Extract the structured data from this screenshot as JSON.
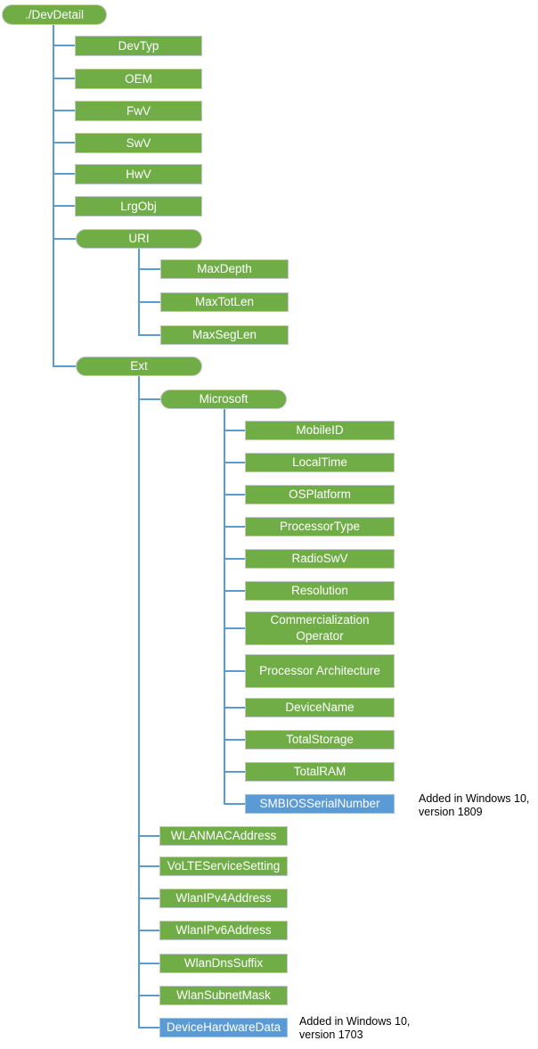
{
  "colors": {
    "node-green": "#70AD47",
    "node-blue": "#5B9BD5",
    "connector": "#5B9BD5",
    "node-text": "#FFFFFF",
    "annotation-text": "#000000"
  },
  "tree": {
    "root": "./DevDetail",
    "level1": [
      "DevTyp",
      "OEM",
      "FwV",
      "SwV",
      "HwV",
      "LrgObj"
    ],
    "uri": {
      "label": "URI",
      "children": [
        "MaxDepth",
        "MaxTotLen",
        "MaxSegLen"
      ]
    },
    "ext": {
      "label": "Ext",
      "microsoft": {
        "label": "Microsoft",
        "children": [
          "MobileID",
          "LocalTime",
          "OSPlatform",
          "ProcessorType",
          "RadioSwV",
          "Resolution",
          "Commercialization Operator",
          "Processor Architecture",
          "DeviceName",
          "TotalStorage",
          "TotalRAM",
          "SMBIOSSerialNumber"
        ]
      },
      "children": [
        "WLANMACAddress",
        "VoLTEServiceSetting",
        "WlanIPv4Address",
        "WlanIPv6Address",
        "WlanDnsSuffix",
        "WlanSubnetMask",
        "DeviceHardwareData"
      ]
    }
  },
  "annotations": {
    "smbios_serial_number": "Added in Windows 10, version 1809",
    "device_hardware_data": "Added in Windows 10, version 1703"
  }
}
